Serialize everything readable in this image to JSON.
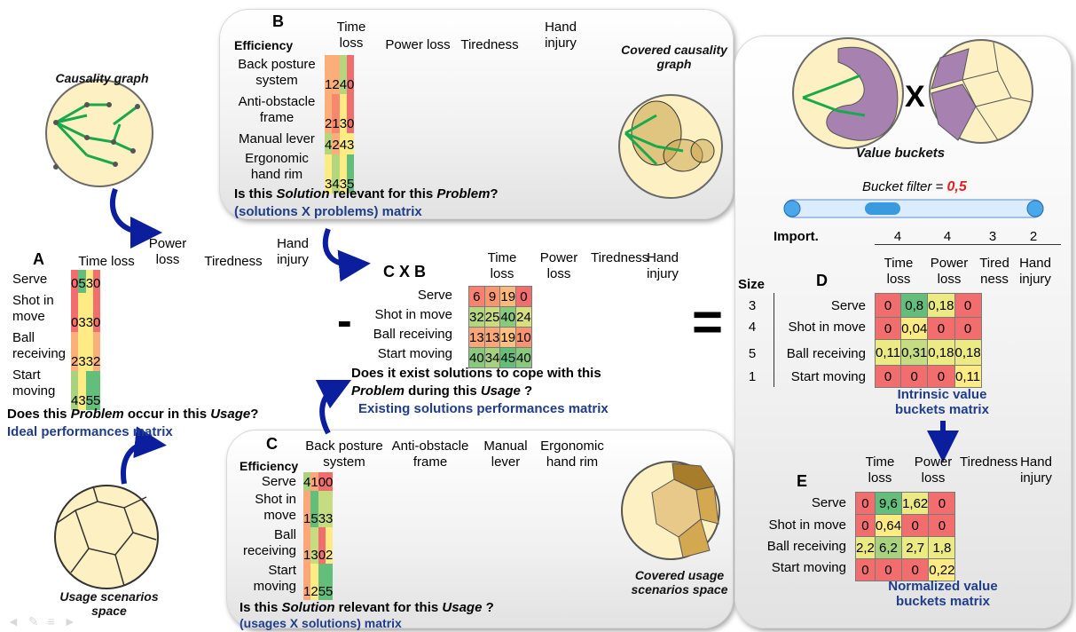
{
  "captions": {
    "causality_graph": "Causality graph",
    "covered_causality_graph": "Covered causality graph",
    "value_buckets": "Value buckets",
    "usage_scenarios_space": "Usage scenarios space",
    "covered_usage_scenarios_space": "Covered usage scenarios space"
  },
  "operators": {
    "cxb": "C X B",
    "minus": "-",
    "equals": "=",
    "times": "X"
  },
  "matrix_a": {
    "letter": "A",
    "columns": [
      "Time loss",
      "Power loss",
      "Tiredness",
      "Hand injury"
    ],
    "rows": [
      "Serve",
      "Shot in move",
      "Ball receiving",
      "Start moving"
    ],
    "values": [
      [
        "0",
        "5",
        "3",
        "0"
      ],
      [
        "0",
        "3",
        "3",
        "0"
      ],
      [
        "2",
        "3",
        "3",
        "2"
      ],
      [
        "4",
        "3",
        "5",
        "5"
      ]
    ],
    "colors": [
      [
        "#f26e6e",
        "#63be7b",
        "#ffeb84",
        "#f26e6e"
      ],
      [
        "#f26e6e",
        "#ffeb84",
        "#ffeb84",
        "#f26e6e"
      ],
      [
        "#fbb07b",
        "#ffeb84",
        "#ffeb84",
        "#fbb07b"
      ],
      [
        "#a9d27f",
        "#ffeb84",
        "#63be7b",
        "#63be7b"
      ]
    ],
    "question_pre": "Does this ",
    "question_em": "Problem",
    "question_post": " occur in this ",
    "question_em2": "Usage",
    "question_end": "?",
    "subtitle": "Ideal performances matrix"
  },
  "matrix_b": {
    "letter": "B",
    "corner": "Efficiency",
    "columns": [
      "Time loss",
      "Power loss",
      "Tiredness",
      "Hand injury"
    ],
    "rows": [
      "Back posture system",
      "Anti-obstacle frame",
      "Manual lever",
      "Ergonomic hand rim"
    ],
    "values": [
      [
        "1",
        "2",
        "4",
        "0"
      ],
      [
        "2",
        "1",
        "3",
        "0"
      ],
      [
        "4",
        "2",
        "4",
        "3"
      ],
      [
        "3",
        "4",
        "3",
        "5"
      ]
    ],
    "colors": [
      [
        "#fbae7a",
        "#fbae7a",
        "#b3d67f",
        "#f26e6e"
      ],
      [
        "#fbae7a",
        "#f8876f",
        "#ffeb84",
        "#f26e6e"
      ],
      [
        "#b3d67f",
        "#fbae7a",
        "#ffeb84",
        "#ffeb84"
      ],
      [
        "#ffeb84",
        "#b3d67f",
        "#ffeb84",
        "#63be7b"
      ]
    ],
    "question_pre": "Is this ",
    "question_em": "Solution",
    "question_post": " relevant for this ",
    "question_em2": "Problem",
    "question_end": "?",
    "subtitle": "(solutions X problems) matrix"
  },
  "matrix_c": {
    "letter": "C",
    "corner": "Efficiency",
    "columns": [
      "Back posture system",
      "Anti-obstacle frame",
      "Manual lever",
      "Ergonomic hand rim"
    ],
    "rows": [
      "Serve",
      "Shot in move",
      "Ball receiving",
      "Start moving"
    ],
    "values": [
      [
        "4",
        "1",
        "0",
        "0"
      ],
      [
        "1",
        "5",
        "3",
        "3"
      ],
      [
        "1",
        "3",
        "0",
        "2"
      ],
      [
        "1",
        "2",
        "5",
        "5"
      ]
    ],
    "colors": [
      [
        "#a9d27f",
        "#fba77a",
        "#f26e6e",
        "#f26e6e"
      ],
      [
        "#fba77a",
        "#63be7b",
        "#c6dc80",
        "#c6dc80"
      ],
      [
        "#fba77a",
        "#c6dc80",
        "#f26e6e",
        "#ffeb84"
      ],
      [
        "#fba77a",
        "#ffeb84",
        "#63be7b",
        "#63be7b"
      ]
    ],
    "question_pre": "Is this ",
    "question_em": "Solution",
    "question_post": " relevant for this ",
    "question_em2": "Usage",
    "question_end": " ?",
    "subtitle": "(usages X solutions) matrix"
  },
  "matrix_cxb": {
    "columns": [
      "Time loss",
      "Power loss",
      "Tiredness",
      "Hand injury"
    ],
    "rows": [
      "Serve",
      "Shot in move",
      "Ball receiving",
      "Start moving"
    ],
    "values": [
      [
        "6",
        "9",
        "19",
        "0"
      ],
      [
        "32",
        "25",
        "40",
        "24"
      ],
      [
        "13",
        "13",
        "19",
        "10"
      ],
      [
        "40",
        "34",
        "45",
        "40"
      ]
    ],
    "colors": [
      [
        "#f8816f",
        "#f9966f",
        "#fbb97c",
        "#f26e6e"
      ],
      [
        "#b5d680",
        "#c9dc80",
        "#88c97e",
        "#d7df81"
      ],
      [
        "#fba677",
        "#fba677",
        "#fcc17c",
        "#f9926f"
      ],
      [
        "#88c97e",
        "#a7d17f",
        "#63be7b",
        "#88c97e"
      ]
    ],
    "question_pre": "Does it exist solutions to cope with this",
    "question_em": "Problem",
    "question_post": " during this ",
    "question_em2": "Usage",
    "question_end": " ?",
    "subtitle": "Existing solutions performances matrix"
  },
  "matrix_d": {
    "letter": "D",
    "import_label": "Import.",
    "import_values": [
      "4",
      "4",
      "3",
      "2"
    ],
    "size_label": "Size",
    "sizes": [
      "3",
      "4",
      "5",
      "1"
    ],
    "columns": [
      "Time loss",
      "Power loss",
      "Tired ness",
      "Hand injury"
    ],
    "rows": [
      "Serve",
      "Shot in move",
      "Ball receiving",
      "Start moving"
    ],
    "values": [
      [
        "0",
        "0,8",
        "0,18",
        "0"
      ],
      [
        "0",
        "0,04",
        "0",
        "0"
      ],
      [
        "0,11",
        "0,31",
        "0,18",
        "0,18"
      ],
      [
        "0",
        "0",
        "0",
        "0,11"
      ]
    ],
    "colors": [
      [
        "#f26e6e",
        "#63be7b",
        "#ecea83",
        "#f26e6e"
      ],
      [
        "#f26e6e",
        "#ffeb84",
        "#f26e6e",
        "#f26e6e"
      ],
      [
        "#ecea83",
        "#c6dc80",
        "#ecea83",
        "#ecea83"
      ],
      [
        "#f26e6e",
        "#f26e6e",
        "#f26e6e",
        "#ffeb84"
      ]
    ],
    "subtitle": "Intrinsic value buckets matrix"
  },
  "bucket_filter": {
    "label": "Bucket filter = ",
    "value": "0,5",
    "fraction": 0.5
  },
  "matrix_e": {
    "letter": "E",
    "columns": [
      "Time loss",
      "Power loss",
      "Tiredness",
      "Hand injury"
    ],
    "rows": [
      "Serve",
      "Shot in move",
      "Ball receiving",
      "Start moving"
    ],
    "values": [
      [
        "0",
        "9,6",
        "1,62",
        "0"
      ],
      [
        "0",
        "0,64",
        "0",
        "0"
      ],
      [
        "2,2",
        "6,2",
        "2,7",
        "1,8"
      ],
      [
        "0",
        "0",
        "0",
        "0,22"
      ]
    ],
    "colors": [
      [
        "#f26e6e",
        "#63be7b",
        "#ecea83",
        "#f26e6e"
      ],
      [
        "#f26e6e",
        "#ffeb84",
        "#f26e6e",
        "#f26e6e"
      ],
      [
        "#ecea83",
        "#a9d27f",
        "#ecea83",
        "#ecea83"
      ],
      [
        "#f26e6e",
        "#f26e6e",
        "#f26e6e",
        "#ffeb84"
      ]
    ],
    "subtitle": "Normalized value buckets matrix"
  },
  "colors": {
    "arrow": "#0b1f9e",
    "graph_edge": "#19a84a",
    "blue_text": "#1f3d8a",
    "filter_value": "#e02020"
  }
}
